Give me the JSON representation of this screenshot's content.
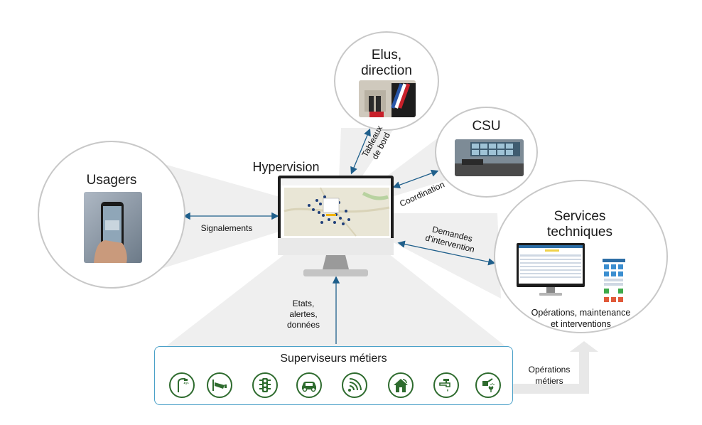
{
  "hypervision": {
    "title": "Hypervision"
  },
  "usagers": {
    "title": "Usagers",
    "arrow_label": "Signalements"
  },
  "elus": {
    "title_line1": "Elus,",
    "title_line2": "direction",
    "arrow_label_line1": "Tableaux",
    "arrow_label_line2": "de bord"
  },
  "csu": {
    "title": "CSU",
    "arrow_label": "Coordination"
  },
  "services": {
    "title_line1": "Services",
    "title_line2": "techniques",
    "arrow_label_line1": "Demandes",
    "arrow_label_line2": "d'intervention",
    "caption_line1": "Opérations, maintenance",
    "caption_line2": "et interventions"
  },
  "superviseurs": {
    "title": "Superviseurs métiers",
    "arrow_label_line1": "Etats,",
    "arrow_label_line2": "alertes,",
    "arrow_label_line3": "données",
    "side_label_line1": "Opérations",
    "side_label_line2": "métiers",
    "icons": [
      "street-light-icon",
      "cctv-camera-icon",
      "traffic-light-icon",
      "car-icon",
      "wireless-signal-icon",
      "smart-home-icon",
      "water-tap-icon",
      "watering-can-icon"
    ]
  },
  "colors": {
    "arrow": "#1f5f8b",
    "icon_green": "#2e6b2e",
    "box_border": "#4aa0c8",
    "fan": "#efefef",
    "circle_border": "#c8c8c8"
  }
}
